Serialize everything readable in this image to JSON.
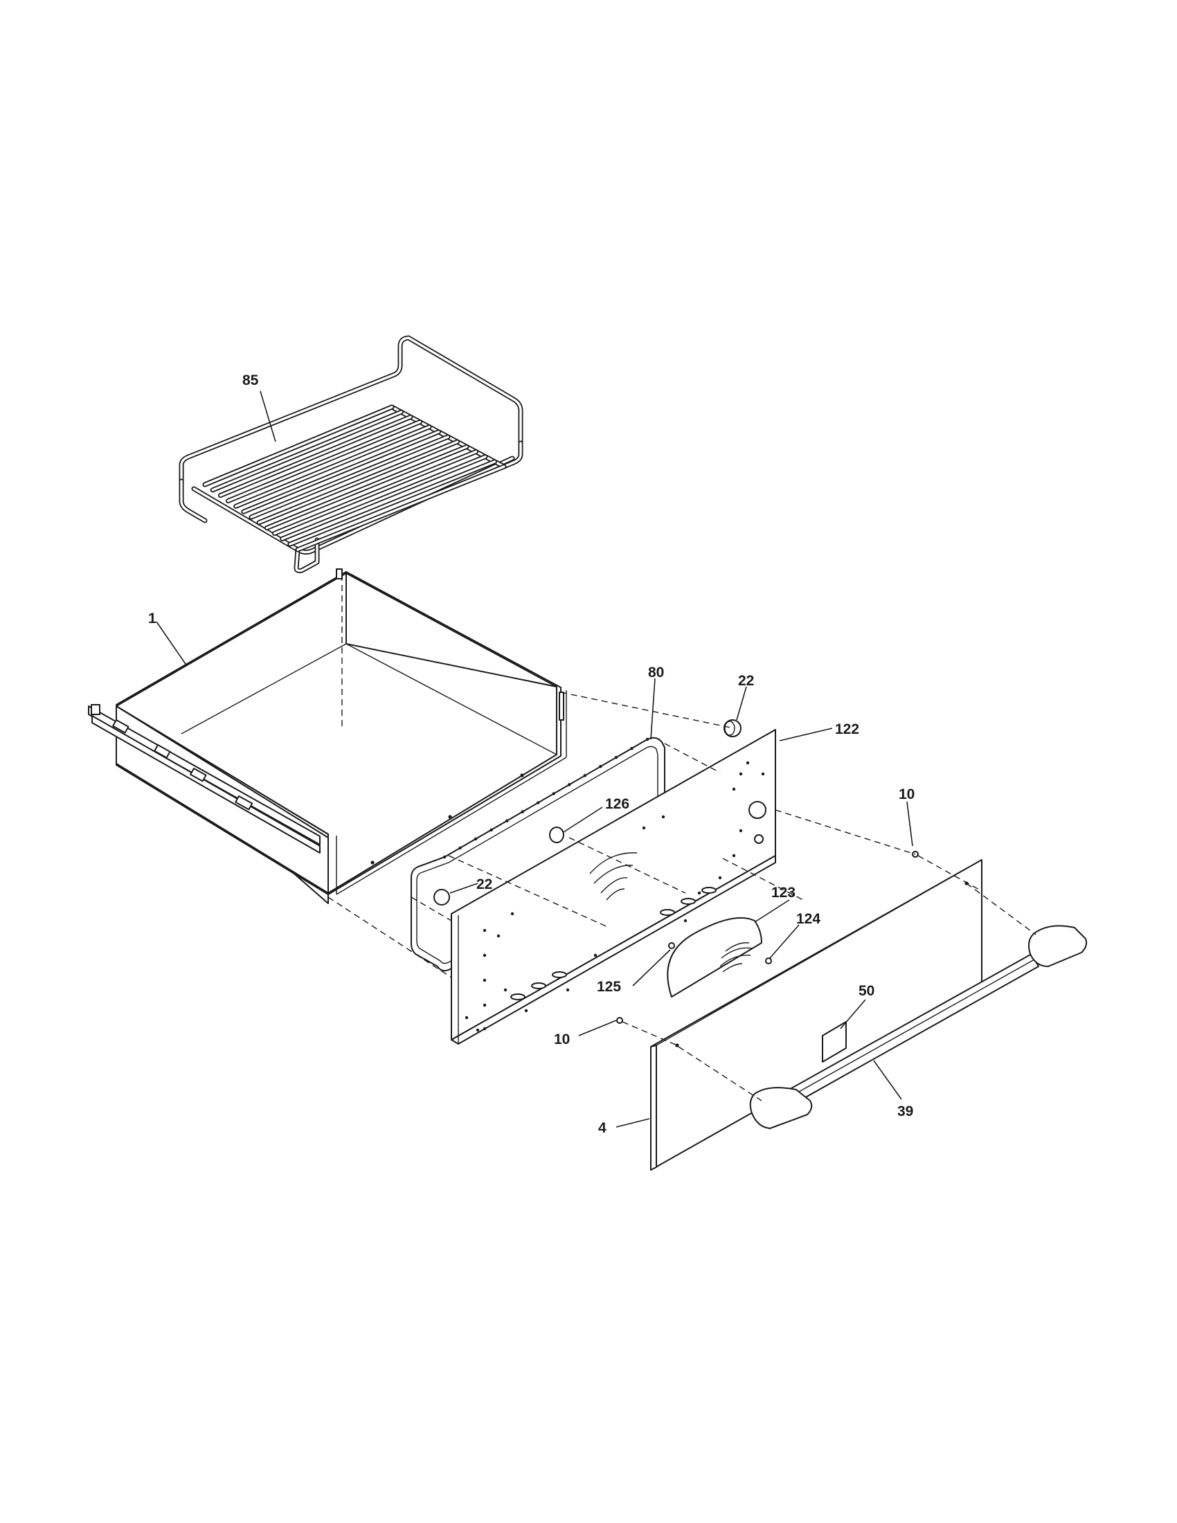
{
  "callouts": {
    "c85": "85",
    "c1": "1",
    "c80": "80",
    "c22a": "22",
    "c22b": "22",
    "c122": "122",
    "c126": "126",
    "c10a": "10",
    "c10b": "10",
    "c123": "123",
    "c124": "124",
    "c125": "125",
    "c50": "50",
    "c4": "4",
    "c39": "39"
  }
}
